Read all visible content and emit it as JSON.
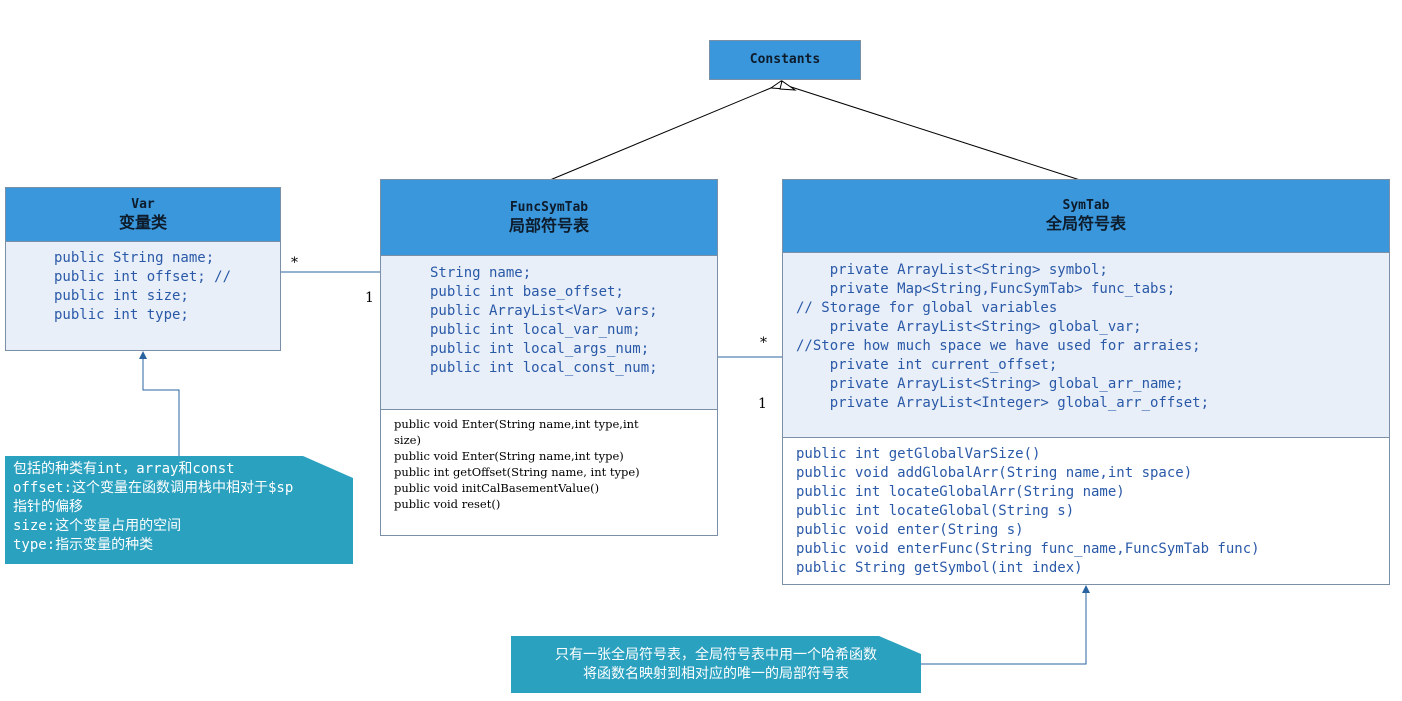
{
  "constants": {
    "title": "Constants"
  },
  "var": {
    "name": "Var",
    "cn": "变量类",
    "attrs": [
      "public String name;",
      "public int offset; //",
      "public int size;",
      "public int type;"
    ]
  },
  "funcsymtab": {
    "name": "FuncSymTab",
    "cn": "局部符号表",
    "attrs": [
      "String name;",
      "public int base_offset;",
      "public ArrayList<Var> vars;",
      "public int local_var_num;",
      "public int local_args_num;",
      "public int local_const_num;"
    ],
    "methods": [
      "public void Enter(String name,int type,int",
      "size)",
      "public void Enter(String name,int type)",
      "public int getOffset(String name, int type)",
      "public void initCalBasementValue()",
      "public void reset()"
    ]
  },
  "symtab": {
    "name": "SymTab",
    "cn": "全局符号表",
    "attrs": [
      "    private ArrayList<String> symbol;",
      "    private Map<String,FuncSymTab> func_tabs;",
      "// Storage for global variables",
      "    private ArrayList<String> global_var;",
      "//Store how much space we have used for arraies;",
      "    private int current_offset;",
      "    private ArrayList<String> global_arr_name;",
      "    private ArrayList<Integer> global_arr_offset;"
    ],
    "methods": [
      "public int getGlobalVarSize()",
      "public void addGlobalArr(String name,int space)",
      "public int locateGlobalArr(String name)",
      "public int locateGlobal(String s)",
      "public void enter(String s)",
      "public void enterFunc(String func_name,FuncSymTab func)",
      "public String getSymbol(int index)"
    ]
  },
  "multiplicity": {
    "var_func_star": "*",
    "var_func_one": "1",
    "func_sym_star": "*",
    "func_sym_one": "1"
  },
  "notes": {
    "var_note": [
      "包括的种类有int，array和const",
      "offset:这个变量在函数调用栈中相对于$sp",
      "指针的偏移",
      "size:这个变量占用的空间",
      "type:指示变量的种类"
    ],
    "symtab_note": [
      "只有一张全局符号表，全局符号表中用一个哈希函数",
      "将函数名映射到相对应的唯一的局部符号表"
    ]
  },
  "colors": {
    "header": "#3a97dc",
    "attr_bg": "#e8eff8",
    "note": "#2aa1bf",
    "line": "#2a64a0"
  }
}
